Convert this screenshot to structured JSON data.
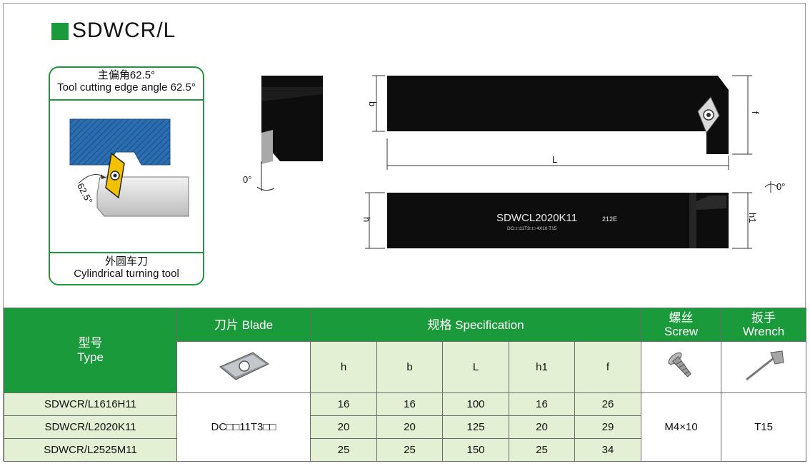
{
  "title": "SDWCR/L",
  "card": {
    "cn_top": "主偏角62.5°",
    "en_top": "Tool cutting edge angle 62.5°",
    "angle": "62.5°",
    "cn_bottom": "外圆车刀",
    "en_bottom": "Cylindrical turning tool"
  },
  "drawing": {
    "side_angle": "0°",
    "end_angle": "0°",
    "dim_b": "b",
    "dim_f": "f",
    "dim_L": "L",
    "dim_h": "h",
    "dim_h1": "h1",
    "marking_main": "SDWCL2020K11",
    "marking_code": "212E",
    "marking_small": "DC□□11T3□□  4X10  T15"
  },
  "table": {
    "type_cn": "型号",
    "type_en": "Type",
    "blade_label": "刀片 Blade",
    "spec_label": "规格 Specification",
    "screw_cn": "螺丝",
    "screw_en": "Screw",
    "wrench_cn": "扳手",
    "wrench_en": "Wrench",
    "columns": [
      "h",
      "b",
      "L",
      "h1",
      "f"
    ],
    "insert": "DC□□11T3□□",
    "screw": "M4×10",
    "wrench": "T15",
    "rows": [
      {
        "type": "SDWCR/L1616H11",
        "h": "16",
        "b": "16",
        "L": "100",
        "h1": "16",
        "f": "26"
      },
      {
        "type": "SDWCR/L2020K11",
        "h": "20",
        "b": "20",
        "L": "125",
        "h1": "20",
        "f": "29"
      },
      {
        "type": "SDWCR/L2525M11",
        "h": "25",
        "b": "25",
        "L": "150",
        "h1": "25",
        "f": "34"
      }
    ]
  },
  "colors": {
    "green": "#1a9a3a",
    "light_green": "#e3f0d4",
    "workpiece_blue": "#2a6db0",
    "insert_yellow": "#f2c200"
  }
}
